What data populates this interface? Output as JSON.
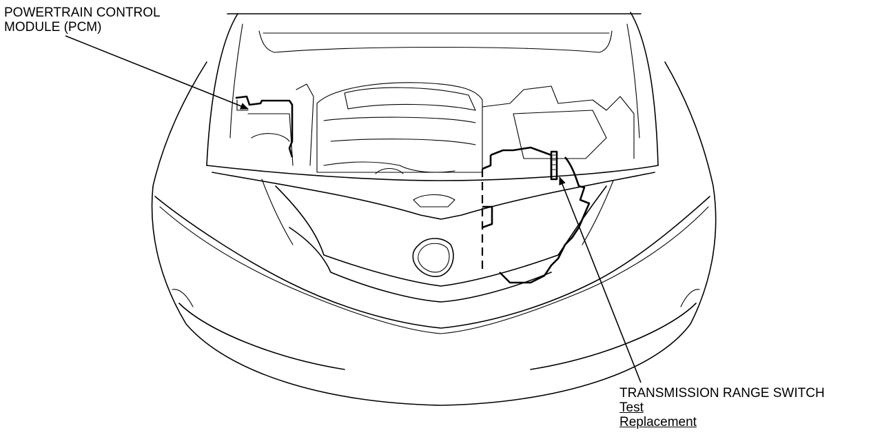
{
  "labels": {
    "pcm_line1": "POWERTRAIN CONTROL",
    "pcm_line2": "MODULE (PCM)",
    "trs_title": "TRANSMISSION RANGE SWITCH",
    "trs_link_test": "Test",
    "trs_link_replacement": "Replacement"
  }
}
